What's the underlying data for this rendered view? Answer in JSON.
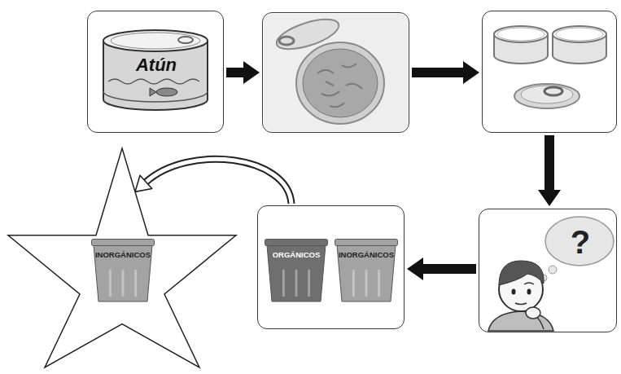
{
  "diagram": {
    "nodes": [
      {
        "text": [
          "Atún"
        ]
      },
      {
        "text": []
      },
      {
        "text": []
      },
      {
        "text": [
          "?"
        ]
      },
      {
        "text": []
      },
      {
        "text": [
          "ORGÁNICOS"
        ],
        "in": 4
      },
      {
        "text": [
          "INORGÁNICOS"
        ],
        "in": 4
      },
      {
        "text": []
      },
      {
        "text": [
          "INORGÁNICOS"
        ],
        "in": 7
      }
    ],
    "edges": [
      {
        "from": 0,
        "to": 1,
        "arrow": "to"
      },
      {
        "from": 1,
        "to": 2,
        "arrow": "to"
      },
      {
        "from": 2,
        "to": 3,
        "arrow": "to"
      },
      {
        "from": 3,
        "to": 4,
        "arrow": "to"
      },
      {
        "from": 4,
        "to": 7,
        "arrow": "to"
      }
    ]
  }
}
